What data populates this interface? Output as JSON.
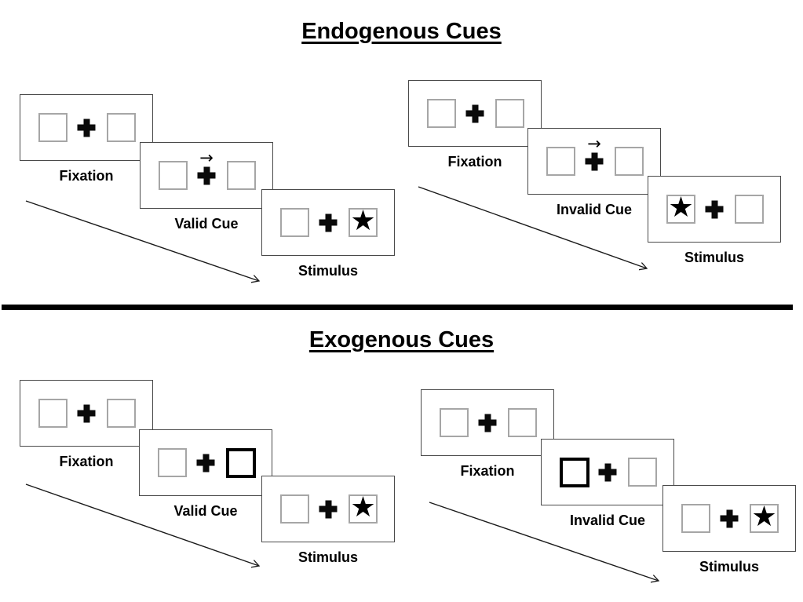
{
  "figure": {
    "background": "#ffffff",
    "divider_color": "#000000"
  },
  "colors": {
    "panel_border": "#4a4a4a",
    "placeholder_box_border": "#a6a6a6",
    "exogenous_cue_box_border": "#000000",
    "text": "#000000",
    "timeline_arrow": "#1a1a1a"
  },
  "glyphs": {
    "star": "★",
    "cue_arrow": "→"
  },
  "icons": {
    "fixation_cross": "heavy-plus-cross",
    "stimulus_star": "filled-star",
    "endogenous_cue": "right-arrow-above-cross",
    "exogenous_cue": "thick-highlighted-box",
    "timeline": "diagonal-down-right-arrow"
  },
  "sections": [
    {
      "title": "Endogenous Cues",
      "groups": [
        {
          "name": "valid-trial",
          "timeline_arrow": "diagonal-down-right",
          "panels": [
            {
              "label": "Fixation",
              "cue": "none",
              "star": "none"
            },
            {
              "label": "Valid Cue",
              "cue": "arrow-right",
              "star": "none"
            },
            {
              "label": "Stimulus",
              "cue": "none",
              "star": "right"
            }
          ]
        },
        {
          "name": "invalid-trial",
          "timeline_arrow": "diagonal-down-right",
          "panels": [
            {
              "label": "Fixation",
              "cue": "none",
              "star": "none"
            },
            {
              "label": "Invalid Cue",
              "cue": "arrow-right",
              "star": "none"
            },
            {
              "label": "Stimulus",
              "cue": "none",
              "star": "left"
            }
          ]
        }
      ]
    },
    {
      "title": "Exogenous Cues",
      "groups": [
        {
          "name": "valid-trial",
          "timeline_arrow": "diagonal-down-right",
          "panels": [
            {
              "label": "Fixation",
              "cue": "none",
              "star": "none"
            },
            {
              "label": "Valid Cue",
              "cue": "thick-box-right",
              "star": "none"
            },
            {
              "label": "Stimulus",
              "cue": "none",
              "star": "right"
            }
          ]
        },
        {
          "name": "invalid-trial",
          "timeline_arrow": "diagonal-down-right",
          "panels": [
            {
              "label": "Fixation",
              "cue": "none",
              "star": "none"
            },
            {
              "label": "Invalid Cue",
              "cue": "thick-box-left",
              "star": "none"
            },
            {
              "label": "Stimulus",
              "cue": "none",
              "star": "right"
            }
          ]
        }
      ]
    }
  ]
}
